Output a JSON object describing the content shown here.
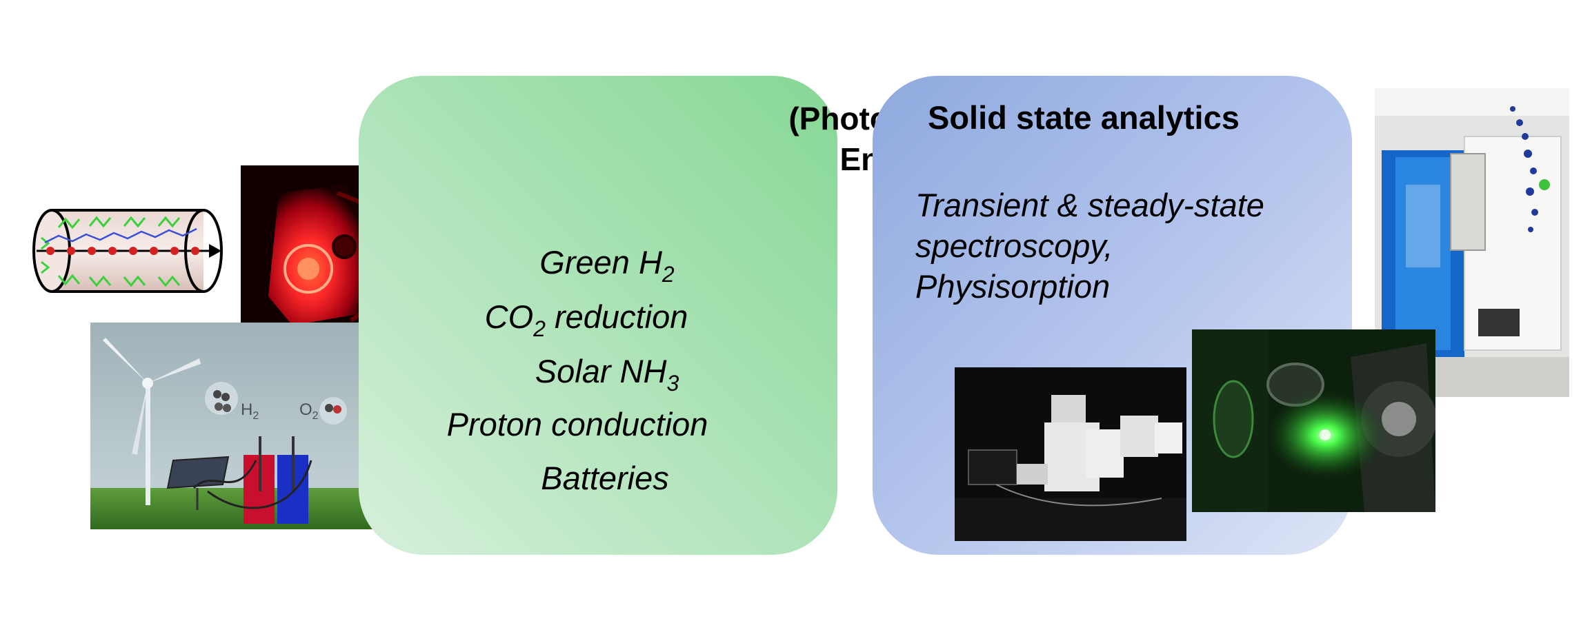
{
  "green_panel": {
    "title_lines": [
      "(Photo)electrochemical",
      "Energy Storage and",
      "Conversion"
    ],
    "items": [
      {
        "text": "Green H",
        "sub": "2",
        "after": ""
      },
      {
        "text": "CO",
        "sub": "2",
        "after": " reduction"
      },
      {
        "text": "Solar NH",
        "sub": "3",
        "after": ""
      },
      {
        "text": "Proton conduction",
        "sub": "",
        "after": ""
      },
      {
        "text": "Batteries",
        "sub": "",
        "after": ""
      }
    ],
    "color": "#86d795"
  },
  "blue_panel": {
    "title": "Solid state analytics",
    "body_lines": [
      "Transient & steady-state",
      "spectroscopy,",
      "Physisorption"
    ],
    "color": "#8ea9df"
  },
  "illustration": {
    "h2_label": "H",
    "h2_sub": "2",
    "o2_label": "O",
    "o2_sub": "2"
  }
}
